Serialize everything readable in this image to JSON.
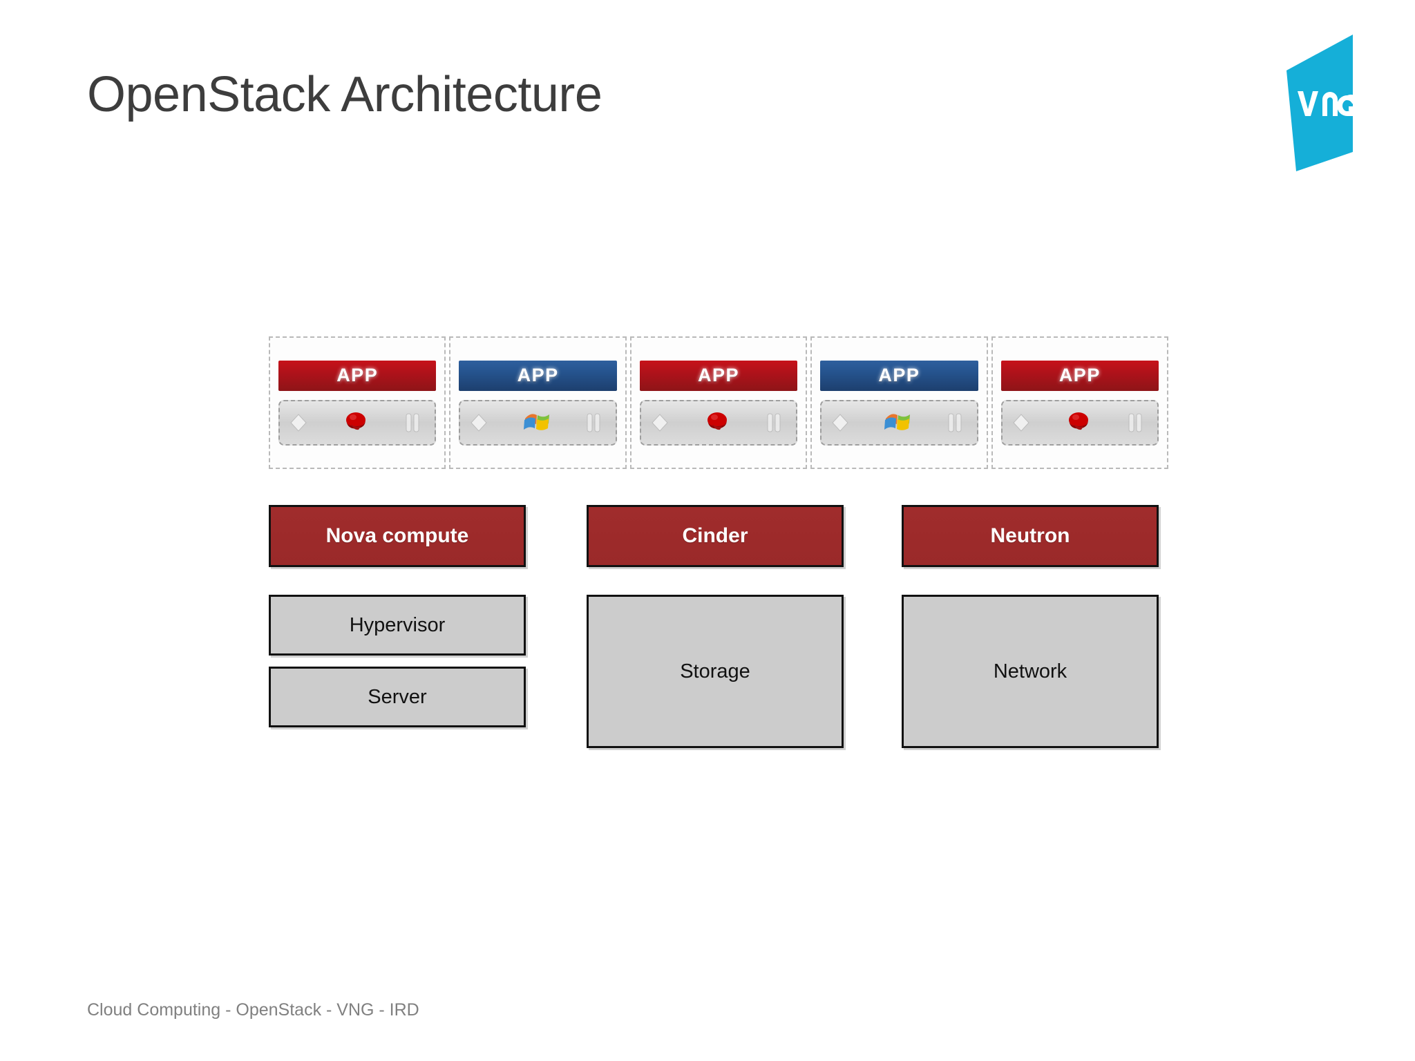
{
  "slide": {
    "title": "OpenStack Architecture",
    "footer": "Cloud Computing - OpenStack - VNG - IRD",
    "title_color": "#3d3d3d",
    "footer_color": "#808080",
    "background": "#ffffff"
  },
  "logo": {
    "name": "vng-logo",
    "wordmark": "VNG",
    "shape": "quadrilateral",
    "fill": "#15AFD8",
    "text_color": "#ffffff"
  },
  "vm_row": {
    "label": "virtual-machine-instances",
    "cards": [
      {
        "app_label": "APP",
        "banner_color": "red",
        "banner_hex": "#B0121A",
        "os": "redhat",
        "os_name": "red-hat-logo"
      },
      {
        "app_label": "APP",
        "banner_color": "blue",
        "banner_hex": "#25538D",
        "os": "windows",
        "os_name": "windows-logo"
      },
      {
        "app_label": "APP",
        "banner_color": "red",
        "banner_hex": "#B0121A",
        "os": "redhat",
        "os_name": "red-hat-logo"
      },
      {
        "app_label": "APP",
        "banner_color": "blue",
        "banner_hex": "#25538D",
        "os": "windows",
        "os_name": "windows-logo"
      },
      {
        "app_label": "APP",
        "banner_color": "red",
        "banner_hex": "#B0121A",
        "os": "redhat",
        "os_name": "red-hat-logo"
      }
    ]
  },
  "columns": [
    {
      "id": "compute",
      "service": {
        "label": "Nova compute",
        "fill": "#A02C2C",
        "text_color": "#ffffff"
      },
      "resources": [
        {
          "label": "Hypervisor",
          "fill": "#CCCCCC",
          "text_color": "#111111"
        },
        {
          "label": "Server",
          "fill": "#CCCCCC",
          "text_color": "#111111"
        }
      ]
    },
    {
      "id": "storage",
      "service": {
        "label": "Cinder",
        "fill": "#A02C2C",
        "text_color": "#ffffff"
      },
      "resources": [
        {
          "label": "Storage",
          "fill": "#CCCCCC",
          "text_color": "#111111"
        }
      ]
    },
    {
      "id": "network",
      "service": {
        "label": "Neutron",
        "fill": "#A02C2C",
        "text_color": "#ffffff"
      },
      "resources": [
        {
          "label": "Network",
          "fill": "#CCCCCC",
          "text_color": "#111111"
        }
      ]
    }
  ]
}
